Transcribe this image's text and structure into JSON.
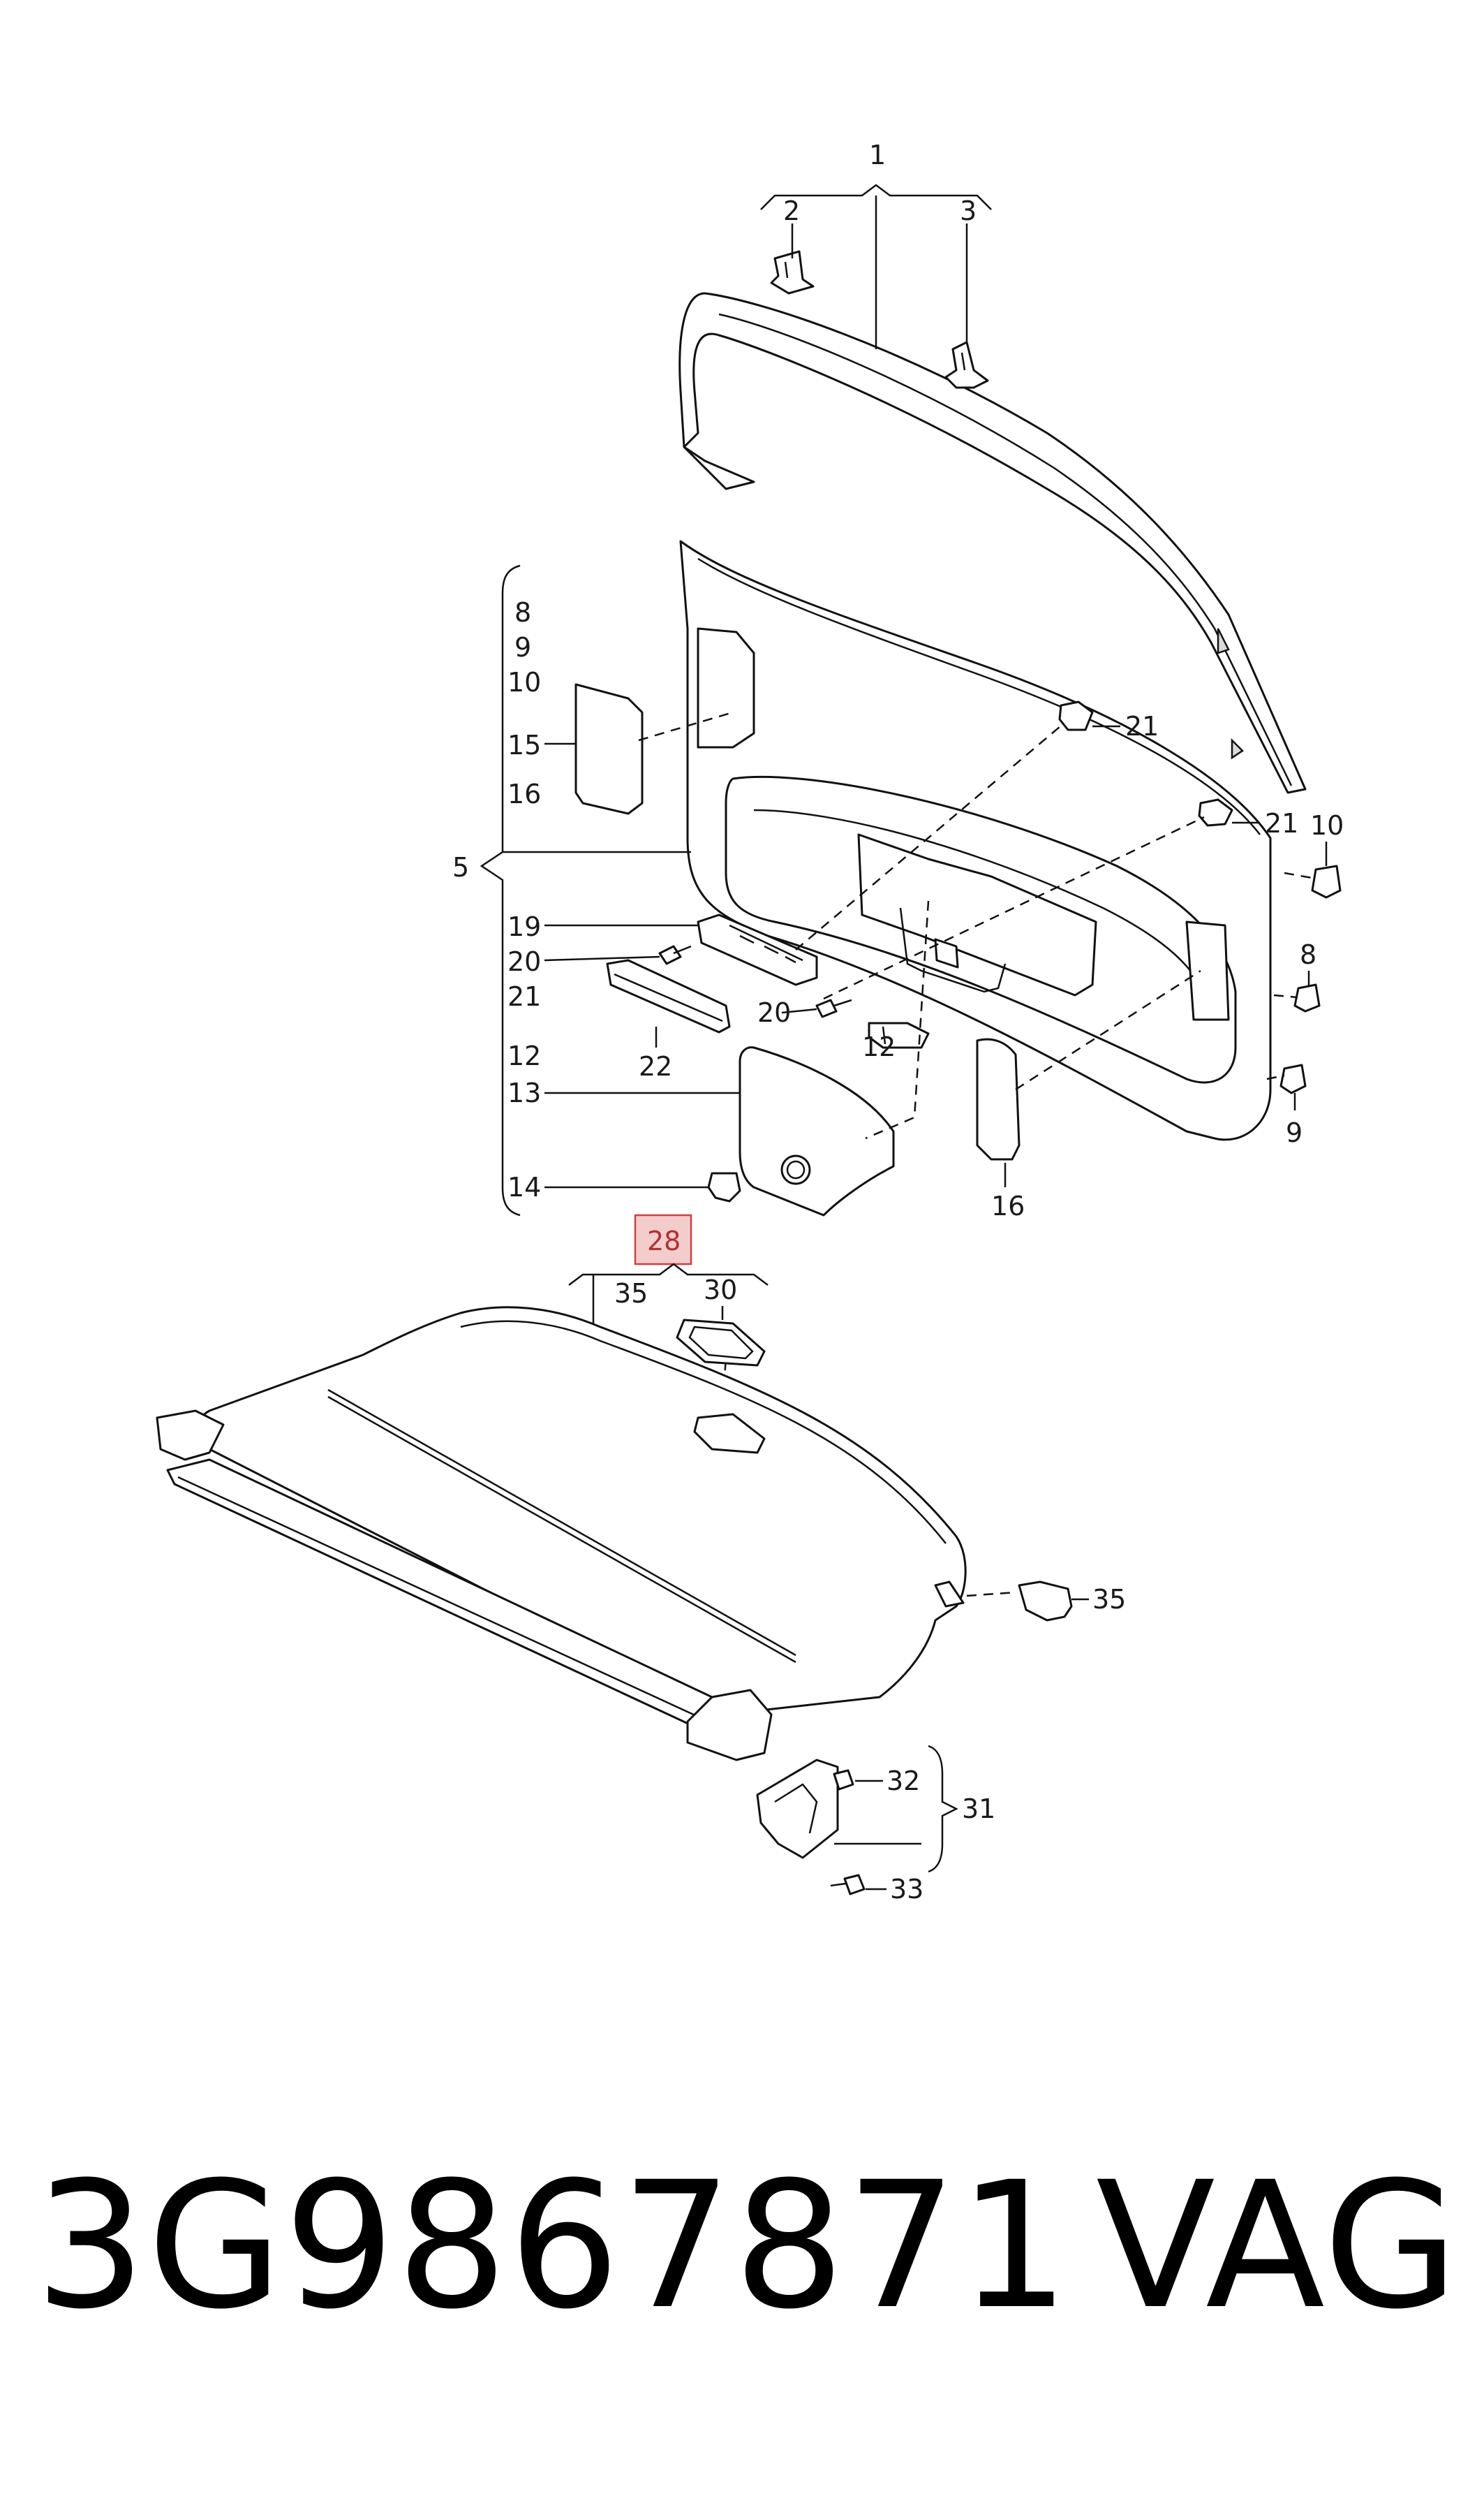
{
  "labels": {
    "l1": "1",
    "l2": "2",
    "l3": "3",
    "l8a": "8",
    "l9a": "9",
    "l10a": "10",
    "l15": "15",
    "l16a": "16",
    "l5": "5",
    "l19": "19",
    "l20a": "20",
    "l21a": "21",
    "l12a": "12",
    "l13": "13",
    "l14": "14",
    "l21b": "21",
    "l21c": "21",
    "l10b": "10",
    "l8b": "8",
    "l9b": "9",
    "l22": "22",
    "l20b": "20",
    "l12b": "12",
    "l16b": "16",
    "l28": "28",
    "l35a": "35",
    "l30": "30",
    "l35b": "35",
    "l32": "32",
    "l31": "31",
    "l33": "33"
  },
  "highlight": {
    "label": "28",
    "color": "#f3cccc",
    "border": "#d04040"
  },
  "footer": {
    "part_number": "3G9867871",
    "brand": "VAG"
  }
}
